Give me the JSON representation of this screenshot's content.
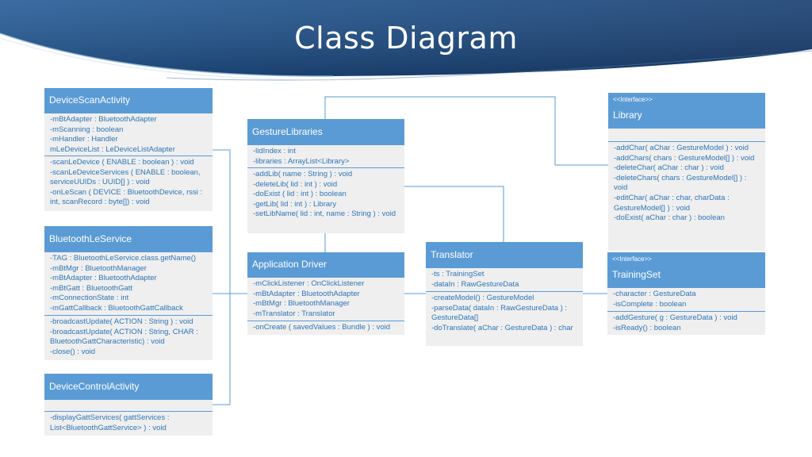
{
  "slide": {
    "title": "Class Diagram"
  },
  "classes": {
    "device_scan_activity": {
      "name": "DeviceScanActivity",
      "attributes": [
        "-mBtAdapter : BluetoothAdapter",
        "-mScanning : boolean",
        "-mHandler : Handler",
        "mLeDeviceList : LeDeviceListAdapter"
      ],
      "operations": [
        "-scanLeDevice ( ENABLE : boolean ) : void",
        "-scanLeDeviceServices ( ENABLE : boolean, serviceUUIDs : UUID[] ) : void",
        "-onLeScan ( DEVICE : BluetoothDevice, rssi : int, scanRecord : byte[]) : void"
      ]
    },
    "bluetooth_le_service": {
      "name": "BluetoothLeService",
      "attributes": [
        "-TAG : BluetoothLeService.class.getName()",
        "-mBtMgr : BluetoothManager",
        "-mBtAdapter : BluetoothAdapter",
        "-mBtGatt : BluetoothGatt",
        "-mConnectionState : int",
        "-mGattCallback : BluetoothGattCallback"
      ],
      "operations": [
        "-broadcastUpdate( ACTION : String ) : void",
        "-broadcastUpdate( ACTION : String, CHAR : BluetoothGattCharacteristic) : void",
        "-close() : void"
      ]
    },
    "device_control_activity": {
      "name": "DeviceControlActivity",
      "attributes": [],
      "operations": [
        "-displayGattServices( gattServices : List<BluetoothGattService> ) : void"
      ]
    },
    "gesture_libraries": {
      "name": "GestureLibraries",
      "attributes": [
        "-lidIndex : int",
        "-libraries : ArrayList<Library>"
      ],
      "operations": [
        "-addLib( name : String ) : void",
        "-deleteLib( lid : int ) : void",
        "-doExist ( lid : int ) : boolean",
        "-getLib( lid : int ) : Library",
        "-setLibName( lid : int, name : String ) : void"
      ]
    },
    "application_driver": {
      "name": "Application Driver",
      "attributes": [
        "-mClickListener : OnClickListener",
        "-mBtAdapter : BluetoothAdapter",
        "-mBtMgr : BluetoothManager",
        "-mTranslator : Translator"
      ],
      "operations": [
        "-onCreate ( savedValues : Bundle ) : void"
      ]
    },
    "translator": {
      "name": "Translator",
      "attributes": [
        "-ts : TrainingSet",
        "-dataIn : RawGestureData"
      ],
      "operations": [
        "-createModel() : GestureModel",
        "-parseData( dataIn : RawGestureData ) : GestureData[]",
        "-doTranslate( aChar : GestureData ) : char"
      ]
    },
    "library": {
      "stereotype": "<<Interface>>",
      "name": "Library",
      "attributes": [],
      "operations": [
        "-addChar( aChar : GestureModel ) : void",
        "-addChars( chars : GestureModel[] ) : void",
        "-deleteChar( aChar : char ) : void",
        "-deleteChars( chars : GestureModel[] ) : void",
        "-editChar( aChar : char, charData : GestureModel[] ) : void",
        "-doExist( aChar : char ) : boolean"
      ]
    },
    "training_set": {
      "stereotype": "<<Interface>>",
      "name": "TrainingSet",
      "attributes": [
        "-character : GestureData",
        "-isComplete : boolean"
      ],
      "operations": [
        "-addGesture( g : GestureData ) : void",
        "-isReady() : boolean"
      ]
    }
  },
  "colors": {
    "header_fill": "#5b9bd5",
    "body_fill": "#efefef",
    "member_text": "#2e75b6",
    "connector": "#5b9bd5",
    "banner_dark": "#1f3864",
    "banner_mid": "#2e75b6"
  }
}
